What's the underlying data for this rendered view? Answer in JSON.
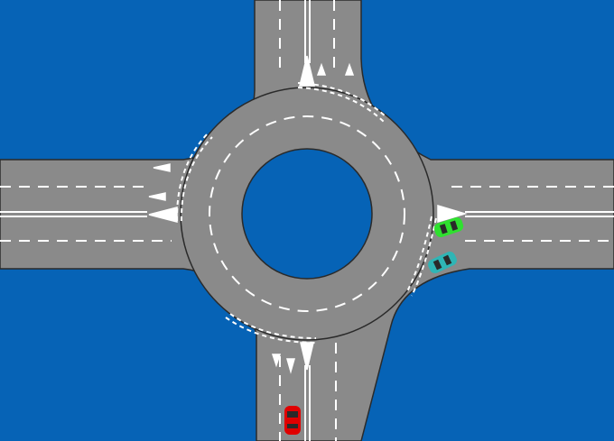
{
  "scene": {
    "type": "roundabout",
    "entries": [
      "north",
      "east",
      "south",
      "west"
    ]
  },
  "colors": {
    "water_background": "#0663B6",
    "road": "#8A8A8A",
    "road_edge": "#2A2A2A",
    "marking": "#FFFFFF",
    "car_red": "#E00000",
    "car_green": "#2FE02F",
    "car_cyan": "#2FB5B5"
  },
  "vehicles": [
    {
      "name": "car-red",
      "color": "red",
      "approach": "south"
    },
    {
      "name": "car-green",
      "color": "green",
      "approach": "east"
    },
    {
      "name": "car-cyan",
      "color": "cyan",
      "approach": "east"
    }
  ]
}
